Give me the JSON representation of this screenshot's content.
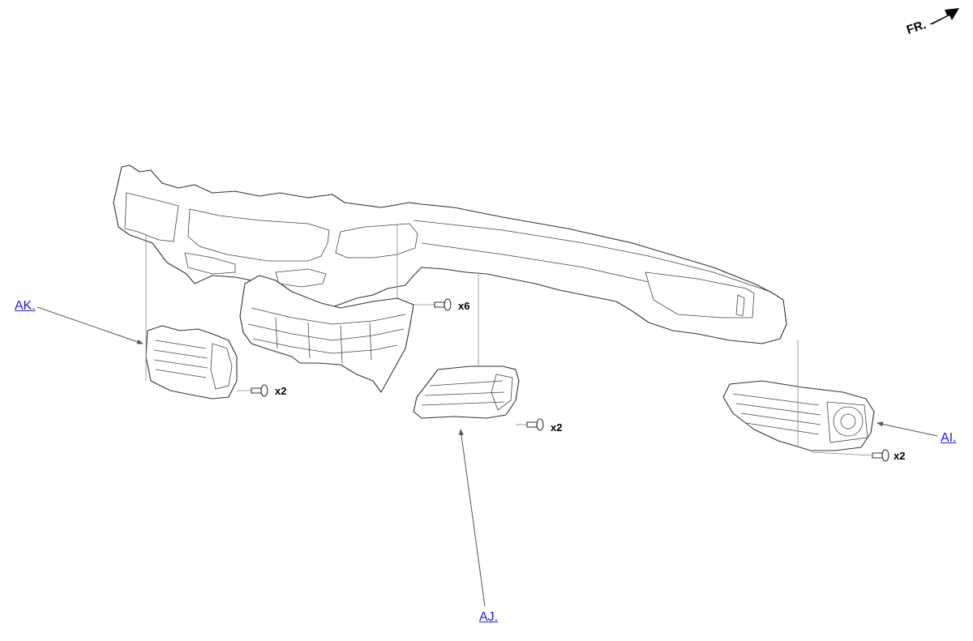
{
  "orientation": {
    "label": "FR.",
    "icon": "front-direction-arrow-icon"
  },
  "callouts": {
    "ak": "AK.",
    "aj": "AJ.",
    "ai": "AI."
  },
  "fasteners": {
    "upper_center_qty": "x6",
    "left_vent_qty": "x2",
    "center_vent_qty": "x2",
    "right_vent_qty": "x2"
  },
  "colors": {
    "link": "#1a1aff",
    "line": "#333333"
  }
}
